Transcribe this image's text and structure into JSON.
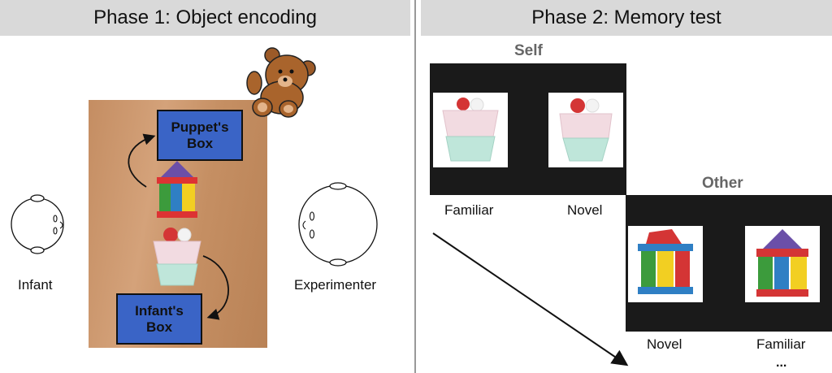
{
  "phase1": {
    "title": "Phase 1: Object encoding",
    "infant_label": "Infant",
    "experimenter_label": "Experimenter",
    "puppet_box_line1": "Puppet's",
    "puppet_box_line2": "Box",
    "infant_box_line1": "Infant's",
    "infant_box_line2": "Box"
  },
  "phase2": {
    "title": "Phase 2: Memory test",
    "self_label": "Self",
    "self_left": "Familiar",
    "self_right": "Novel",
    "other_label": "Other",
    "other_left": "Novel",
    "other_right": "Familiar",
    "ellipsis": "..."
  },
  "colors": {
    "header_bg": "#d9d9d9",
    "table_wood": "#c9956a",
    "box_blue": "#3a64c6",
    "screen_black": "#1a1a1a"
  }
}
